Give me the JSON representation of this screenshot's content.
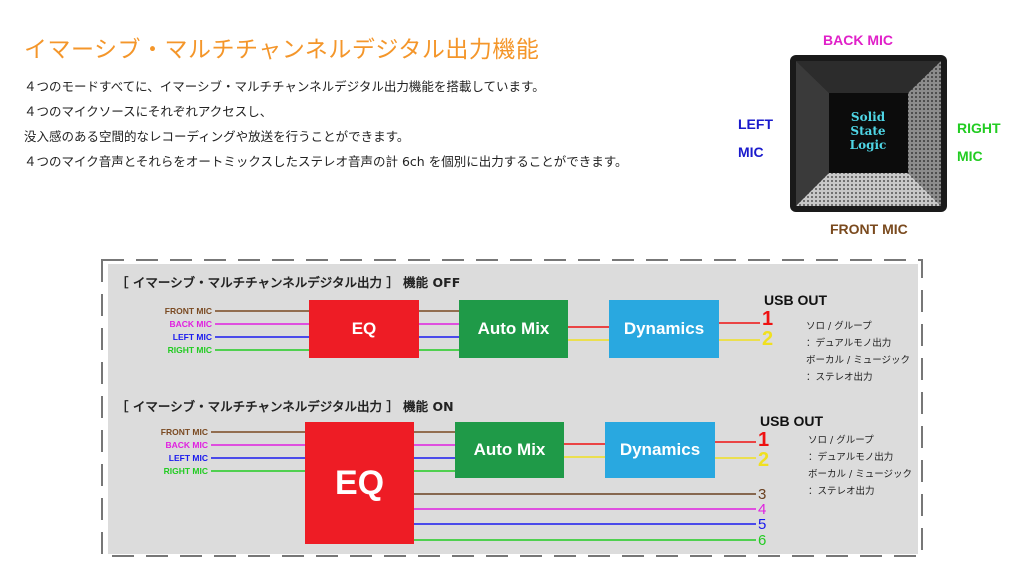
{
  "title": "イマーシブ・マルチチャンネルデジタル出力機能",
  "description": [
    "４つのモードすべてに、イマーシブ・マルチチャンネルデジタル出力機能を搭載しています。",
    "４つのマイクソースにそれぞれアクセスし、",
    "没入感のある空間的なレコーディングや放送を行うことができます。",
    "４つのマイク音声とそれらをオートミックスしたステレオ音声の計 6ch を個別に出力することができます。"
  ],
  "device": {
    "logo_lines": [
      "Solid",
      "State",
      "Logic"
    ],
    "mic_labels": {
      "back": "BACK  MIC",
      "left_1": "LEFT",
      "left_2": "MIC",
      "right_1": "RIGHT",
      "right_2": "MIC",
      "front": "FRONT  MIC"
    },
    "colors": {
      "back": "#e020c8",
      "left": "#1a1acc",
      "right": "#22cc22",
      "front": "#7a4a1e"
    }
  },
  "diagram": {
    "off": {
      "heading": "［ イマーシブ・マルチチャンネルデジタル出力 ］ 機能  OFF",
      "inputs": [
        {
          "label": "FRONT  MIC",
          "color": "#7a4a22"
        },
        {
          "label": "BACK  MIC",
          "color": "#e020e0"
        },
        {
          "label": "LEFT  MIC",
          "color": "#1a1aee"
        },
        {
          "label": "RIGHT  MIC",
          "color": "#22cc22"
        }
      ],
      "blocks": {
        "eq": "EQ",
        "automix": "Auto Mix",
        "dynamics": "Dynamics"
      },
      "usb_out": "USB  OUT",
      "outputs": [
        {
          "num": "1",
          "color": "#ee1111"
        },
        {
          "num": "2",
          "color": "#f0e020"
        }
      ],
      "notes": [
        "ソロ / グループ",
        "：デュアルモノ出力",
        "ボーカル / ミュージック",
        "：ステレオ出力"
      ]
    },
    "on": {
      "heading": "［ イマーシブ・マルチチャンネルデジタル出力 ］ 機能  ON",
      "inputs": [
        {
          "label": "FRONT  MIC",
          "color": "#7a4a22"
        },
        {
          "label": "BACK  MIC",
          "color": "#e020e0"
        },
        {
          "label": "LEFT  MIC",
          "color": "#1a1aee"
        },
        {
          "label": "RIGHT  MIC",
          "color": "#22cc22"
        }
      ],
      "blocks": {
        "eq": "EQ",
        "automix": "Auto Mix",
        "dynamics": "Dynamics"
      },
      "usb_out": "USB  OUT",
      "outputs": [
        {
          "num": "1",
          "color": "#ee1111"
        },
        {
          "num": "2",
          "color": "#f0e020"
        }
      ],
      "direct_outputs": [
        {
          "num": "3",
          "color": "#6a4020"
        },
        {
          "num": "4",
          "color": "#e020e0"
        },
        {
          "num": "5",
          "color": "#1a1aee"
        },
        {
          "num": "6",
          "color": "#22cc22"
        }
      ],
      "notes": [
        "ソロ / グループ",
        "：デュアルモノ出力",
        "ボーカル / ミュージック",
        "：ステレオ出力"
      ]
    },
    "block_colors": {
      "eq": "#ee1c25",
      "automix": "#1f9a48",
      "dynamics": "#29a8e0"
    }
  }
}
